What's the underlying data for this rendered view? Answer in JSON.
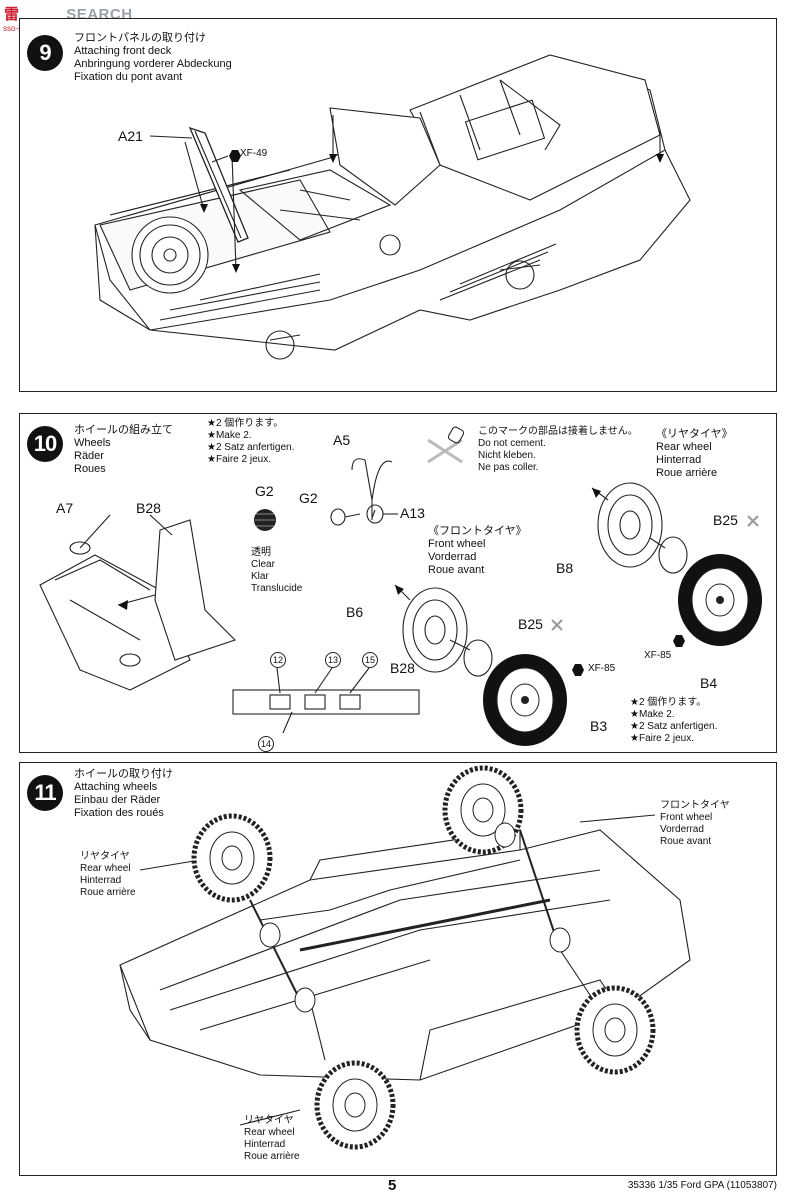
{
  "watermark": {
    "brand": "SEARCH",
    "logo": "雷",
    "url": "sso-shou.com"
  },
  "step9": {
    "number": "9",
    "title_jp": "フロントパネルの取り付け",
    "title_en": "Attaching front deck",
    "title_de": "Anbringung vorderer Abdeckung",
    "title_fr": "Fixation du pont avant",
    "part_a21": "A21",
    "part_xf49": "XF-49"
  },
  "step10": {
    "number": "10",
    "title_jp": "ホイールの組み立て",
    "title_en": "Wheels",
    "title_de": "Räder",
    "title_fr": "Roues",
    "make2_jp": "★2 個作ります。",
    "make2_en": "★Make 2.",
    "make2_de": "★2 Satz anfertigen.",
    "make2_fr": "★Faire 2 jeux.",
    "nocement_jp": "このマークの部品は接着しません。",
    "nocement_en": "Do not cement.",
    "nocement_de": "Nicht kleben.",
    "nocement_fr": "Ne pas coller.",
    "rear_jp": "《リヤタイヤ》",
    "rear_en": "Rear wheel",
    "rear_de": "Hinterrad",
    "rear_fr": "Roue arrière",
    "front_jp": "《フロントタイヤ》",
    "front_en": "Front wheel",
    "front_de": "Vorderrad",
    "front_fr": "Roue avant",
    "g2_top": "G2",
    "clear_jp": "透明",
    "clear_en": "Clear",
    "clear_de": "Klar",
    "clear_fr": "Translucide",
    "parts": {
      "a5": "A5",
      "g2": "G2",
      "a13": "A13",
      "a7": "A7",
      "b28": "B28",
      "b28b": "B28",
      "b6": "B6",
      "b25a": "B25",
      "b25b": "B25",
      "b8": "B8",
      "b3": "B3",
      "b4": "B4",
      "xf85a": "XF-85",
      "xf85b": "XF-85"
    },
    "decals": {
      "d12": "12",
      "d13": "13",
      "d14": "14",
      "d15": "15"
    },
    "make2b_jp": "★2 個作ります。",
    "make2b_en": "★Make 2.",
    "make2b_de": "★2 Satz anfertigen.",
    "make2b_fr": "★Faire 2 jeux."
  },
  "step11": {
    "number": "11",
    "title_jp": "ホイールの取り付け",
    "title_en": "Attaching wheels",
    "title_de": "Einbau der Räder",
    "title_fr": "Fixation des roués",
    "rear1_jp": "リヤタイヤ",
    "rear1_en": "Rear wheel",
    "rear1_de": "Hinterrad",
    "rear1_fr": "Roue arrière",
    "front_jp": "フロントタイヤ",
    "front_en": "Front wheel",
    "front_de": "Vorderrad",
    "front_fr": "Roue avant",
    "rear2_jp": "リヤタイヤ",
    "rear2_en": "Rear wheel",
    "rear2_de": "Hinterrad",
    "rear2_fr": "Roue arrière"
  },
  "footer": {
    "page": "5",
    "code": "35336  1/35 Ford GPA (11053807)"
  }
}
